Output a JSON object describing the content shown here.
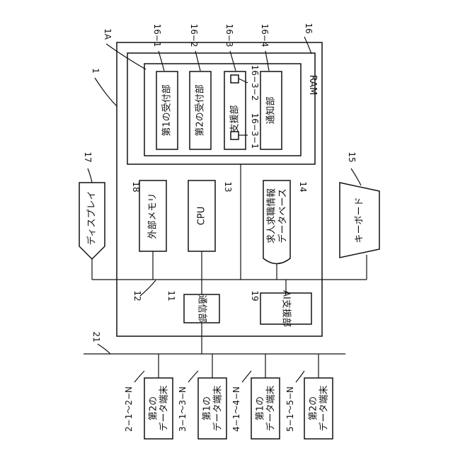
{
  "ref": {
    "main": "1",
    "ref_1a": "1A",
    "bus": "12",
    "comm": "11",
    "cpu": "13",
    "db": "14",
    "keyboard": "15",
    "ram": "16",
    "display": "17",
    "ext_mem": "18",
    "ai": "19",
    "network": "21",
    "m1": "16−1",
    "m2": "16−2",
    "m3": "16−3",
    "m4": "16−4",
    "m3_1": "16−3−1",
    "m3_2": "16−3−2",
    "t1": "2−1〜2−N",
    "t2": "3−1〜3−N",
    "t3": "4−1〜4−N",
    "t4": "5−1〜5−N"
  },
  "labels": {
    "ram": "RAM",
    "m1": "第1の受付部",
    "m2": "第2の受付部",
    "m3": "支援部",
    "m4": "通知部",
    "ext_mem": "外部メモリ",
    "cpu": "CPU",
    "db_line1": "求人求職情報",
    "db_line2": "データベース",
    "display": "ディスプレイ",
    "keyboard": "キーボード",
    "comm": "通信部",
    "ai": "AI支援部",
    "t1_line1": "第2の",
    "t1_line2": "データ端末",
    "t2_line1": "第1の",
    "t2_line2": "データ端末",
    "t3_line1": "第1の",
    "t3_line2": "データ端末",
    "t4_line1": "第2の",
    "t4_line2": "データ端末"
  }
}
